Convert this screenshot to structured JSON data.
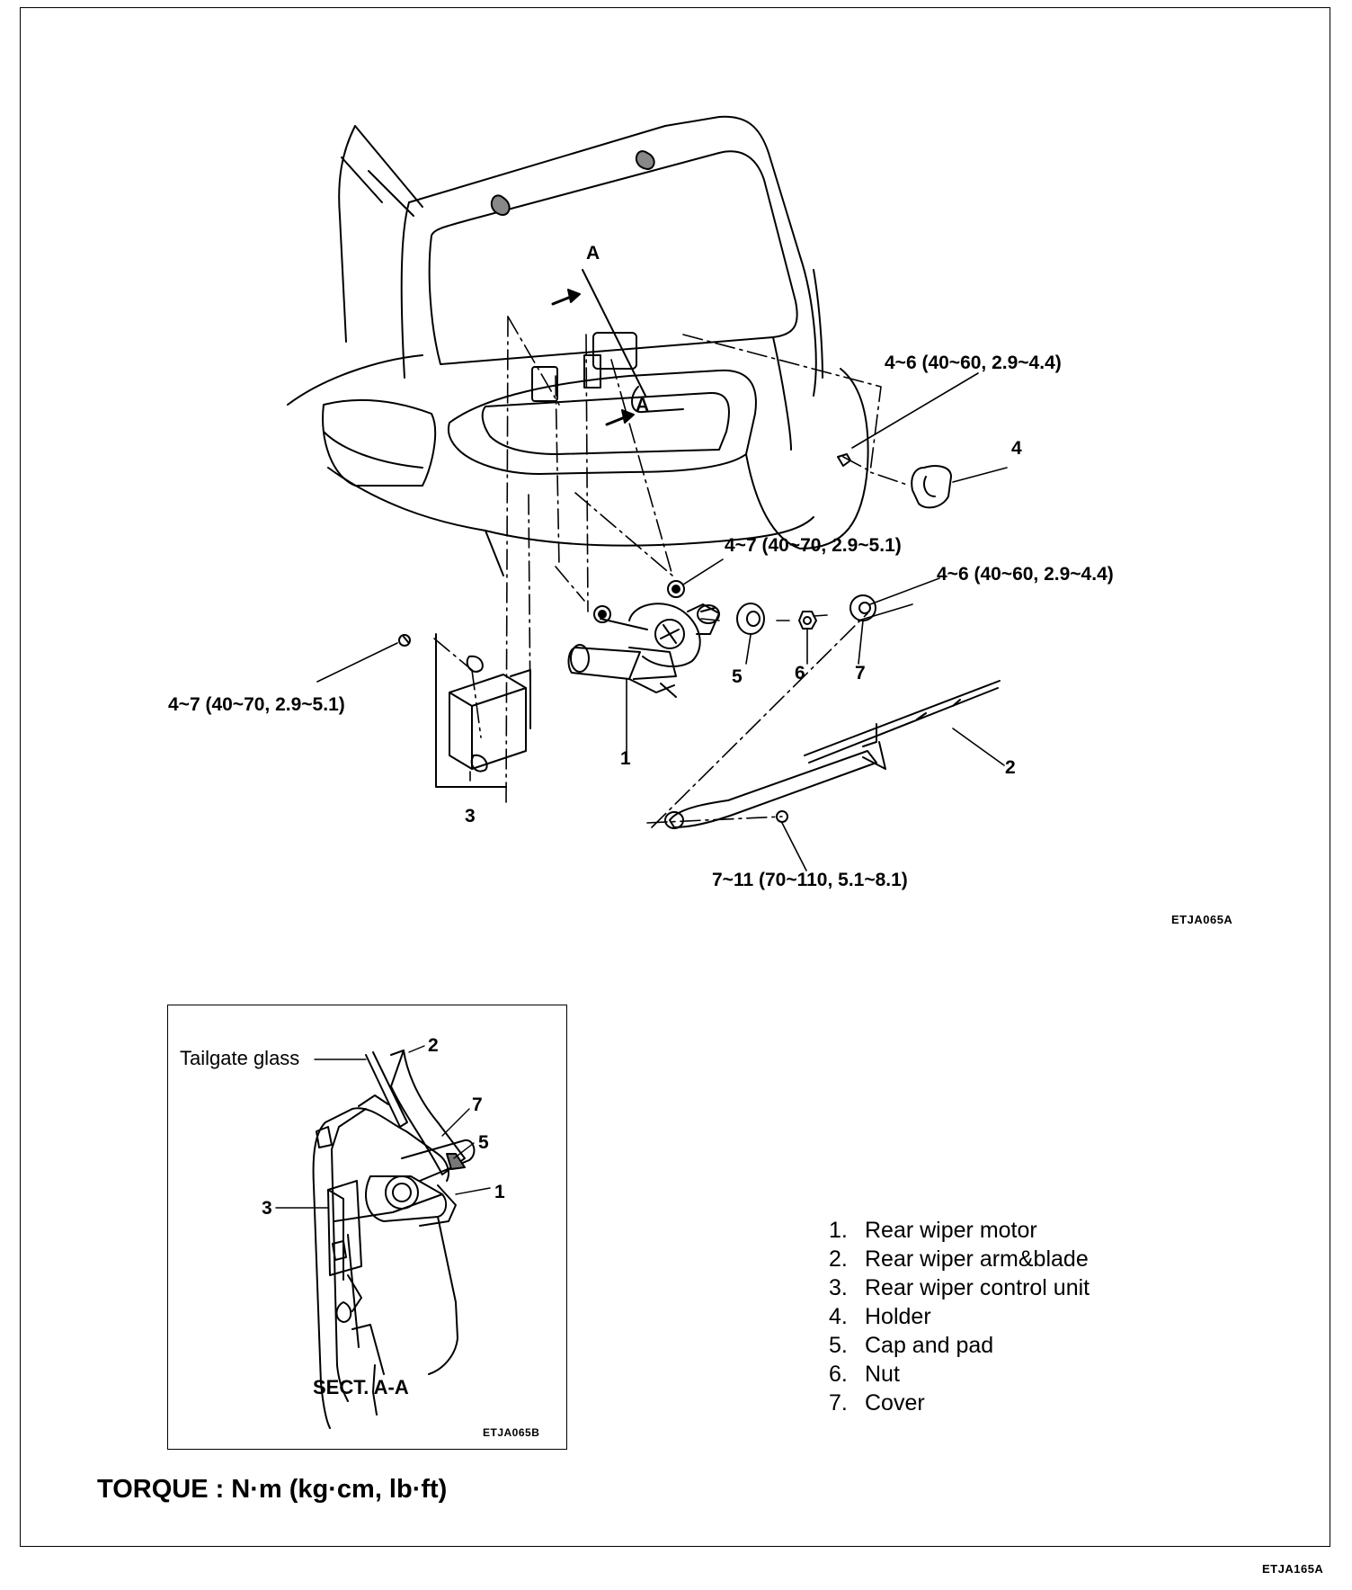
{
  "diagram": {
    "section_markers": [
      "A",
      "A"
    ],
    "torque_labels": {
      "holder_bolt": "4~6 (40~60, 2.9~4.4)",
      "motor_upper": "4~7 (40~70, 2.9~5.1)",
      "motor_nut": "4~6 (40~60, 2.9~4.4)",
      "control_unit": "4~7 (40~70, 2.9~5.1)",
      "arm_nut": "7~11 (70~110, 5.1~8.1)"
    },
    "part_numbers": {
      "p1": "1",
      "p2": "2",
      "p3": "3",
      "p4": "4",
      "p5": "5",
      "p6": "6",
      "p7": "7"
    },
    "figure_code_main": "ETJA065A"
  },
  "inset": {
    "tailgate_glass": "Tailgate glass",
    "numbers": {
      "n1": "1",
      "n2": "2",
      "n3": "3",
      "n5": "5",
      "n7": "7"
    },
    "title": "SECT. A-A",
    "figure_code": "ETJA065B"
  },
  "legend": [
    {
      "num": "1.",
      "label": "Rear wiper motor"
    },
    {
      "num": "2.",
      "label": "Rear wiper arm&blade"
    },
    {
      "num": "3.",
      "label": "Rear wiper control unit"
    },
    {
      "num": "4.",
      "label": "Holder"
    },
    {
      "num": "5.",
      "label": "Cap and pad"
    },
    {
      "num": "6.",
      "label": "Nut"
    },
    {
      "num": "7.",
      "label": "Cover"
    }
  ],
  "torque_unit": "TORQUE : N·m (kg·cm, lb·ft)",
  "page_code": "ETJA165A"
}
